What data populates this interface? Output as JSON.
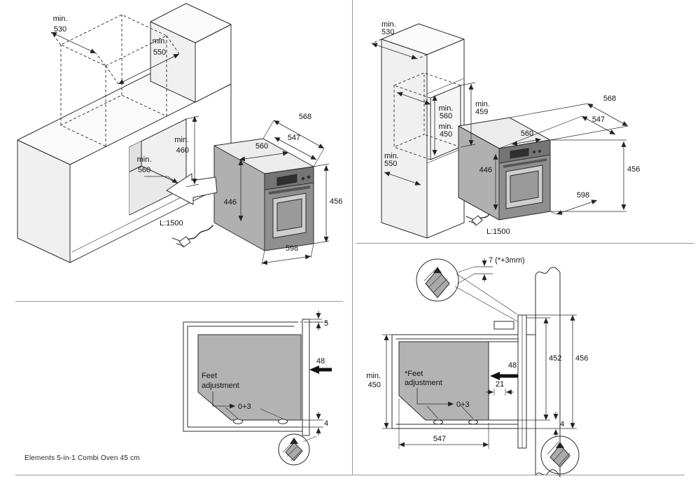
{
  "product": {
    "name": "Elements 5-in-1 Combi Oven 45 cm"
  },
  "top_left": {
    "min_530": {
      "prefix": "min.",
      "value": "530"
    },
    "min_550": {
      "prefix": "min.",
      "value": "550"
    },
    "min_460": {
      "prefix": "min.",
      "value": "460"
    },
    "min_560": {
      "prefix": "min.",
      "value": "560"
    },
    "dim_568": "568",
    "dim_547": "547",
    "dim_560": "560",
    "dim_446": "446",
    "dim_456": "456",
    "dim_598": "598",
    "cable_length": "L:1500"
  },
  "top_right": {
    "min_530": {
      "prefix": "min.",
      "value": "530"
    },
    "min_560": {
      "prefix": "min.",
      "value": "560"
    },
    "min_459": {
      "prefix": "min.",
      "value": "459"
    },
    "min_450": {
      "prefix": "min.",
      "value": "450"
    },
    "min_550": {
      "prefix": "min.",
      "value": "550"
    },
    "dim_568": "568",
    "dim_547": "547",
    "dim_560": "560",
    "dim_446": "446",
    "dim_456": "456",
    "dim_598": "598",
    "cable_length": "L:1500"
  },
  "bottom_left": {
    "dim_5": "5",
    "dim_48": "48",
    "dim_4": "4",
    "feet_line1": "Feet",
    "feet_line2": "adjustment",
    "feet_range": "0+3"
  },
  "bottom_right": {
    "dim_7": "7 (*+3mm)",
    "min_450": {
      "prefix": "min.",
      "value": "450"
    },
    "feet_line1": "*Feet",
    "feet_line2": "adjustment",
    "feet_range": "0+3",
    "dim_48": "48",
    "dim_21": "21",
    "dim_452": "452",
    "dim_456": "456",
    "dim_4": "4",
    "dim_547": "547"
  }
}
